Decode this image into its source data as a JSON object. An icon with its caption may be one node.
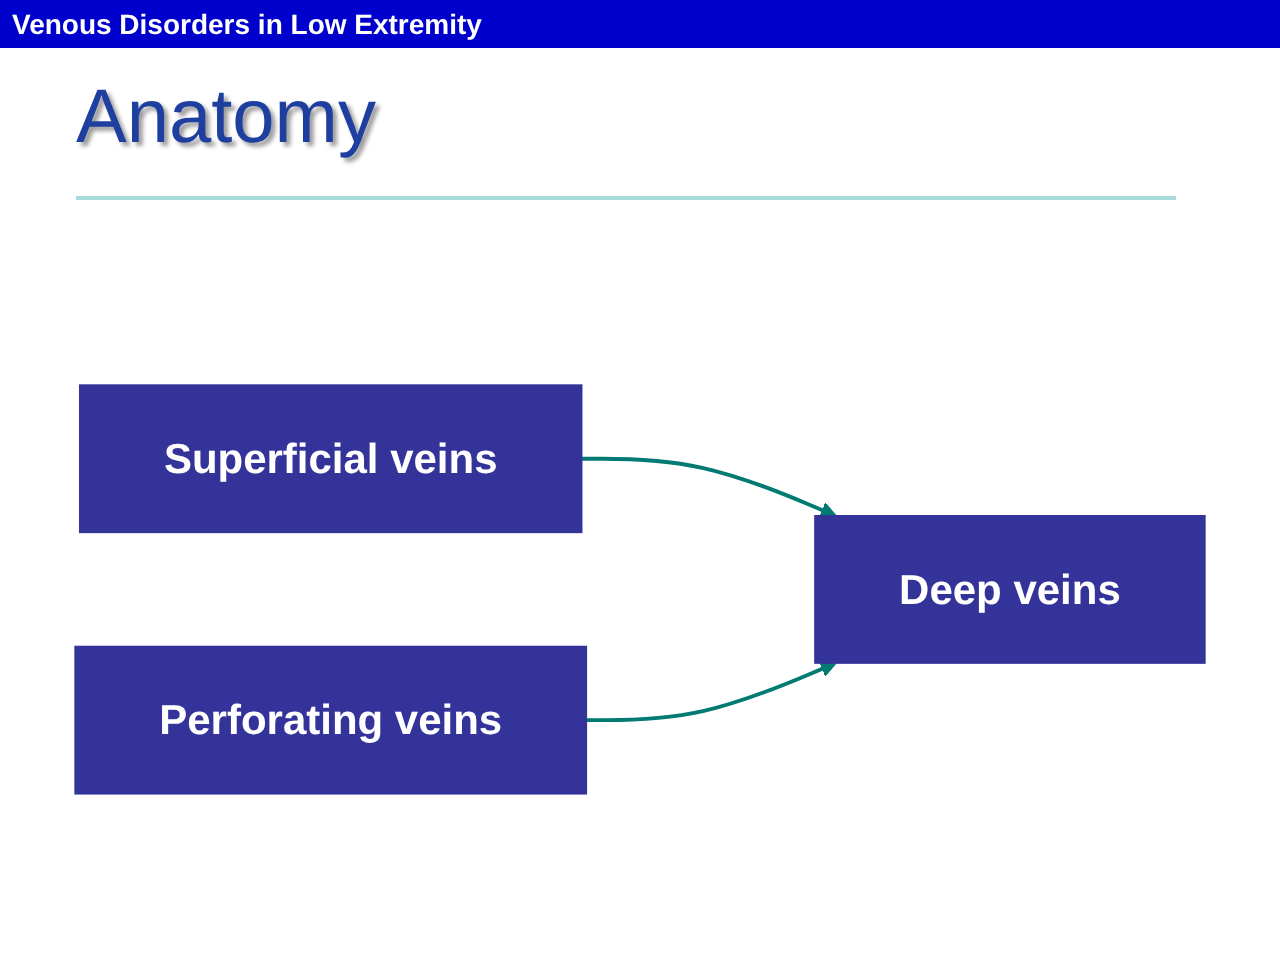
{
  "diagram": {
    "title": "Anatomy",
    "nodes": [
      {
        "text": [
          "Perforating veins"
        ]
      },
      {
        "text": [
          "Superficial veins"
        ]
      },
      {
        "text": [
          "Deep veins"
        ]
      }
    ],
    "edges": [
      {
        "from": 1,
        "to": 2,
        "arrow": "to"
      },
      {
        "from": 0,
        "to": 2,
        "arrow": "to"
      }
    ],
    "labels": [
      "Venous Disorders in Low Extremity"
    ]
  }
}
